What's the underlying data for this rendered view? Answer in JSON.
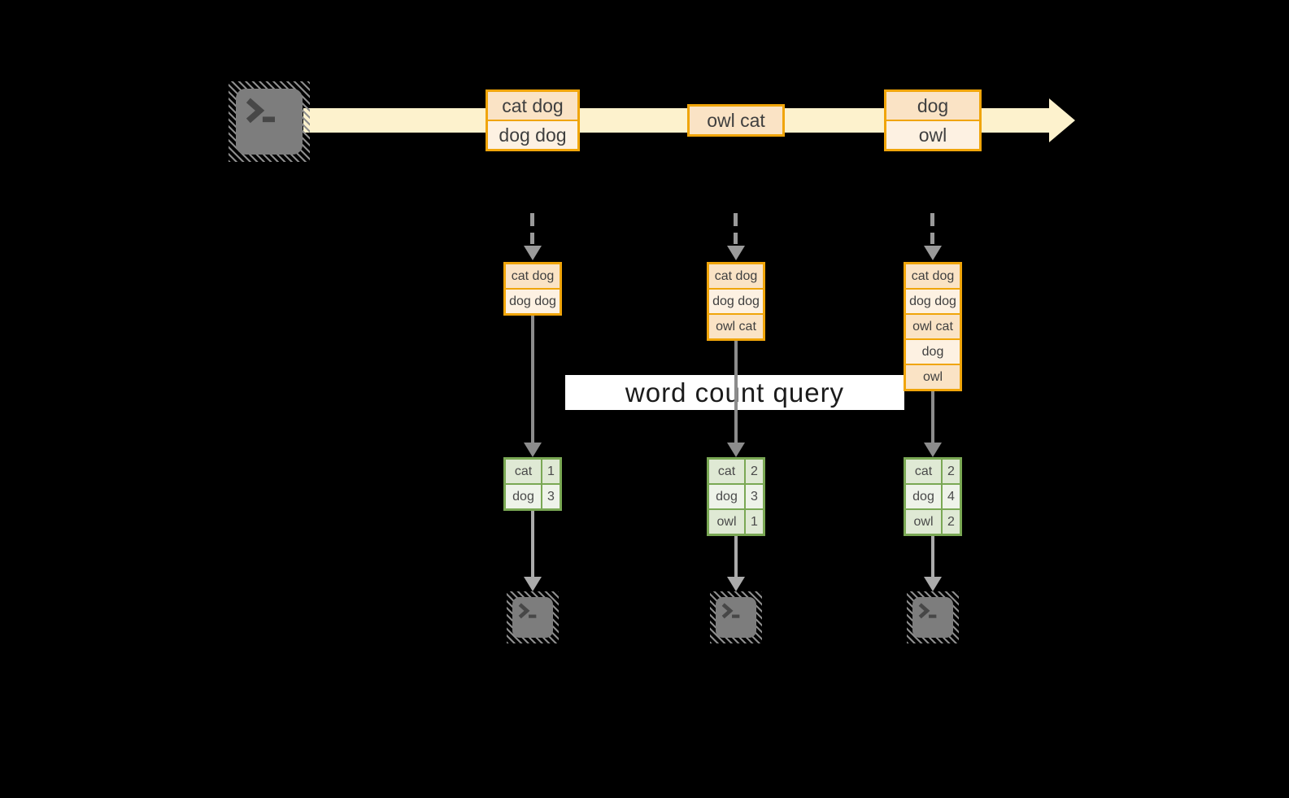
{
  "diagram": {
    "query_label": "word count query",
    "stream_events": [
      {
        "lines": [
          "cat dog",
          "dog dog"
        ]
      },
      {
        "lines": [
          "owl cat"
        ]
      },
      {
        "lines": [
          "dog",
          "owl"
        ]
      }
    ],
    "columns": [
      {
        "buffer": [
          "cat dog",
          "dog dog"
        ],
        "counts": [
          {
            "word": "cat",
            "count": "1"
          },
          {
            "word": "dog",
            "count": "3"
          }
        ]
      },
      {
        "buffer": [
          "cat dog",
          "dog dog",
          "owl cat"
        ],
        "counts": [
          {
            "word": "cat",
            "count": "2"
          },
          {
            "word": "dog",
            "count": "3"
          },
          {
            "word": "owl",
            "count": "1"
          }
        ]
      },
      {
        "buffer": [
          "cat dog",
          "dog dog",
          "owl cat",
          "dog",
          "owl"
        ],
        "counts": [
          {
            "word": "cat",
            "count": "2"
          },
          {
            "word": "dog",
            "count": "4"
          },
          {
            "word": "owl",
            "count": "2"
          }
        ]
      }
    ],
    "icons": {
      "source": "terminal-icon",
      "sinks": [
        "terminal-icon",
        "terminal-icon",
        "terminal-icon"
      ]
    },
    "colors": {
      "background": "#000000",
      "stream_fill": "#fdf2cd",
      "event_border": "#f0a50a",
      "event_fill_dark": "#fae3c5",
      "event_fill_light": "#fdf1e2",
      "table_border": "#7aa854",
      "table_fill_dark": "#dfe9d4",
      "table_fill_light": "#eef3e9",
      "connector_gray": "#9a9a9a",
      "banner_background": "#ffffff",
      "text": "#3f3f3f"
    }
  }
}
